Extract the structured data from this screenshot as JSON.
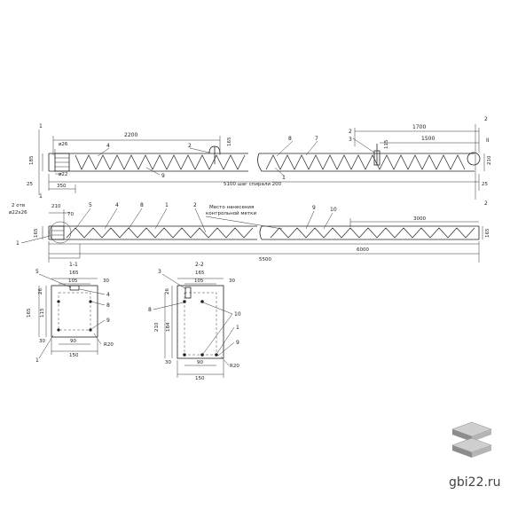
{
  "drawing": {
    "top_beam": {
      "section_marks": [
        "1",
        "1",
        "2",
        "2"
      ],
      "dims": {
        "d2200": "2200",
        "d1700": "1700",
        "d1500": "1500",
        "d26": "26",
        "d22": "22",
        "d165": "165",
        "d25a": "25",
        "d25b": "25",
        "d350": "350",
        "d185": "185",
        "d115": "115",
        "d210": "210",
        "d5100": "5100 шаг спирали 200"
      },
      "callouts": {
        "c4": "4",
        "c2": "2",
        "c9": "9",
        "c8": "8",
        "c7": "7",
        "c1": "1",
        "c3": "3",
        "cII": "II"
      },
      "prefix_26": "ø26",
      "prefix_22": "ø22"
    },
    "bottom_beam": {
      "mark_note": "Место нанесения",
      "mark_note2": "контрольной метки",
      "holes_note": "2 отв",
      "holes_size": "ø22х26",
      "dims": {
        "d210": "210",
        "d70": "70",
        "d3000": "3000",
        "d6000": "6000",
        "d5500": "5500",
        "d165a": "165",
        "d165b": "165"
      },
      "callouts": {
        "c5": "5",
        "c4": "4",
        "c8": "8",
        "c1": "1",
        "c2": "2",
        "c9": "9",
        "c10": "10",
        "c1b": "1"
      }
    },
    "section_1": {
      "title": "1-1",
      "dims": {
        "w165": "165",
        "w105": "105",
        "w30a": "30",
        "h26": "26",
        "h165": "165",
        "h115": "115",
        "w30b": "30",
        "w90": "90",
        "w150": "150",
        "r20": "R20"
      },
      "callouts": {
        "c5": "5",
        "c4": "4",
        "c8": "8",
        "c9": "9",
        "c1": "1"
      }
    },
    "section_2": {
      "title": "2-2",
      "dims": {
        "w165": "165",
        "w105": "105",
        "w30a": "30",
        "h26": "26",
        "h210": "210",
        "h184": "184",
        "w30b": "30",
        "w90": "90",
        "w150": "150",
        "r20": "R20"
      },
      "callouts": {
        "c3": "3",
        "c8": "8",
        "c10": "10",
        "c1": "1",
        "c9": "9"
      }
    }
  },
  "brand": {
    "site": "gbi22.ru",
    "logo_icon": "stacked-slabs-icon"
  }
}
